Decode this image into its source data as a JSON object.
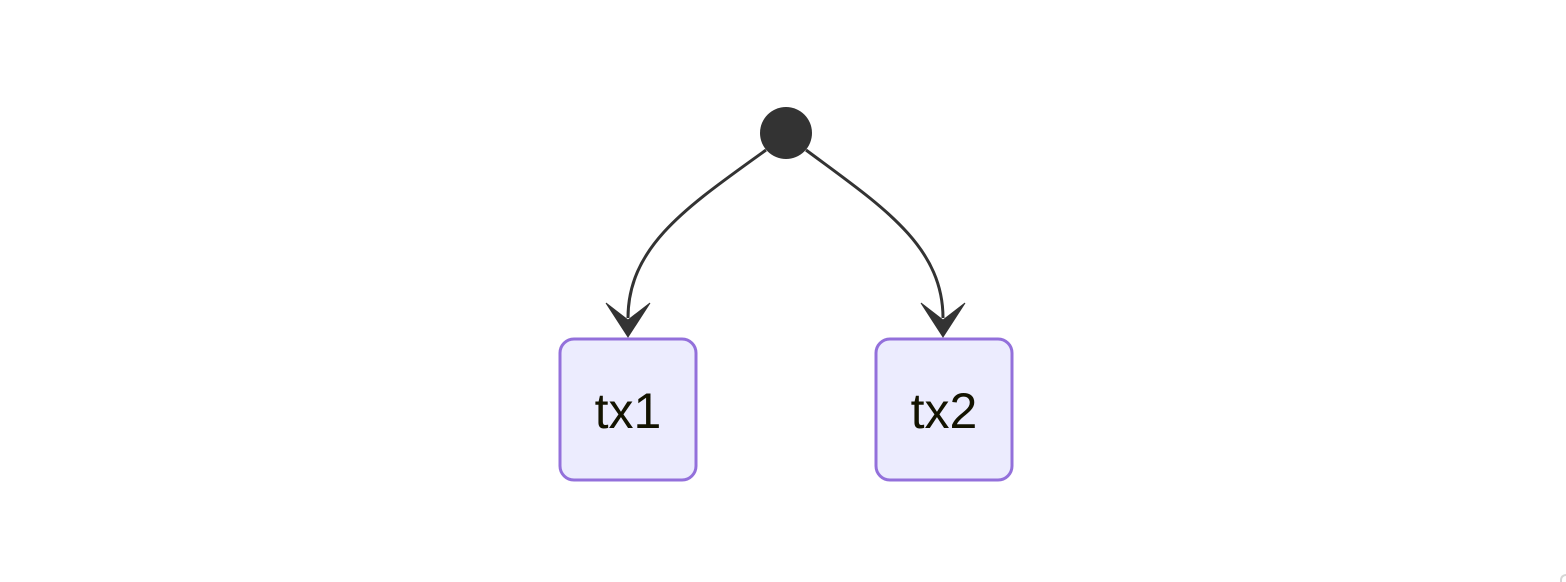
{
  "diagram": {
    "type": "state-diagram",
    "start": {
      "name": "start-state"
    },
    "states": [
      {
        "id": "tx1",
        "label": "tx1"
      },
      {
        "id": "tx2",
        "label": "tx2"
      }
    ],
    "transitions": [
      {
        "from": "start",
        "to": "tx1"
      },
      {
        "from": "start",
        "to": "tx2"
      }
    ]
  },
  "colors": {
    "state_fill": "#ececfe",
    "state_stroke": "#9370db",
    "start_fill": "#333333",
    "edge": "#333333",
    "text": "#131300"
  }
}
